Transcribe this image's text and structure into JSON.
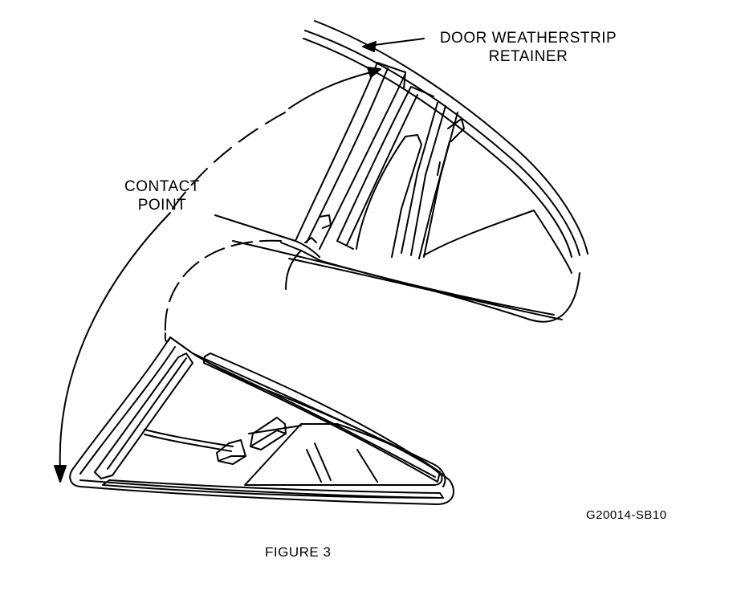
{
  "labels": {
    "door_weatherstrip_retainer": [
      "DOOR WEATHERSTRIP",
      "RETAINER"
    ],
    "contact_point": [
      "CONTACT",
      "POINT"
    ],
    "drawing_code": "G20014-SB10",
    "caption": "FIGURE 3"
  },
  "colors": {
    "ink": "#000000",
    "paper": "#ffffff"
  }
}
